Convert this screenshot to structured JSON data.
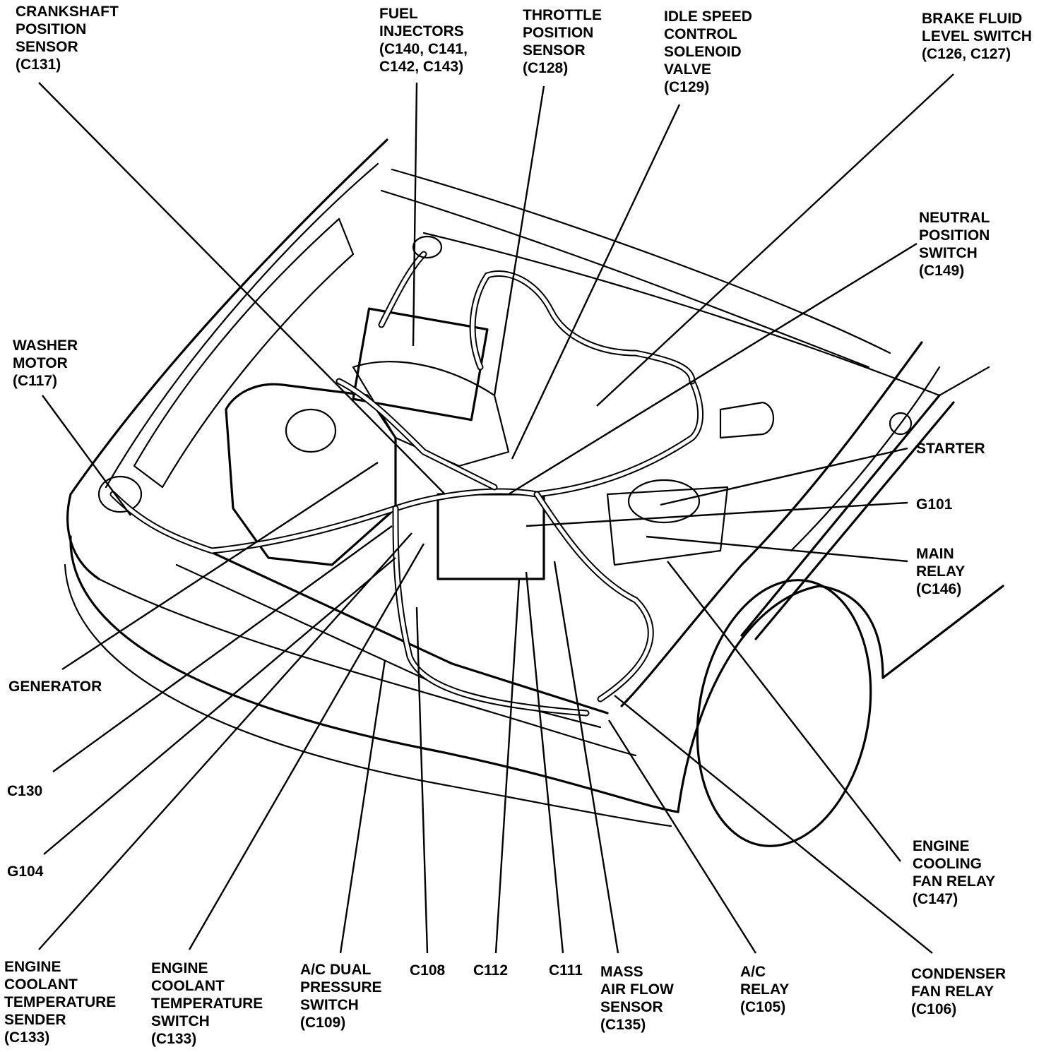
{
  "labels": {
    "crankshaft": [
      "CRANKSHAFT",
      "POSITION",
      "SENSOR",
      "(C131)"
    ],
    "fuel_injectors": [
      "FUEL",
      "INJECTORS",
      "(C140, C141,",
      "C142, C143)"
    ],
    "throttle": [
      "THROTTLE",
      "POSITION",
      "SENSOR",
      "(C128)"
    ],
    "idle_speed": [
      "IDLE SPEED",
      "CONTROL",
      "SOLENOID",
      "VALVE",
      "(C129)"
    ],
    "brake_fluid": [
      "BRAKE FLUID",
      "LEVEL SWITCH",
      "(C126, C127)"
    ],
    "neutral": [
      "NEUTRAL",
      "POSITION",
      "SWITCH",
      "(C149)"
    ],
    "washer": [
      "WASHER",
      "MOTOR",
      "(C117)"
    ],
    "starter": [
      "STARTER"
    ],
    "g101": [
      "G101"
    ],
    "main_relay": [
      "MAIN",
      "RELAY",
      "(C146)"
    ],
    "generator": [
      "GENERATOR"
    ],
    "c130": [
      "C130"
    ],
    "g104": [
      "G104"
    ],
    "ect_sender": [
      "ENGINE",
      "COOLANT",
      "TEMPERATURE",
      "SENDER",
      "(C133)"
    ],
    "ect_switch": [
      "ENGINE",
      "COOLANT",
      "TEMPERATURE",
      "SWITCH",
      "(C133)"
    ],
    "ac_dual": [
      "A/C DUAL",
      "PRESSURE",
      "SWITCH",
      "(C109)"
    ],
    "c108": [
      "C108"
    ],
    "c112": [
      "C112"
    ],
    "c111": [
      "C111"
    ],
    "maf": [
      "MASS",
      "AIR FLOW",
      "SENSOR",
      "(C135)"
    ],
    "ac_relay": [
      "A/C",
      "RELAY",
      "(C105)"
    ],
    "fan_relay": [
      "ENGINE",
      "COOLING",
      "FAN RELAY",
      "(C147)"
    ],
    "condenser": [
      "CONDENSER",
      "FAN RELAY",
      "(C106)"
    ]
  }
}
